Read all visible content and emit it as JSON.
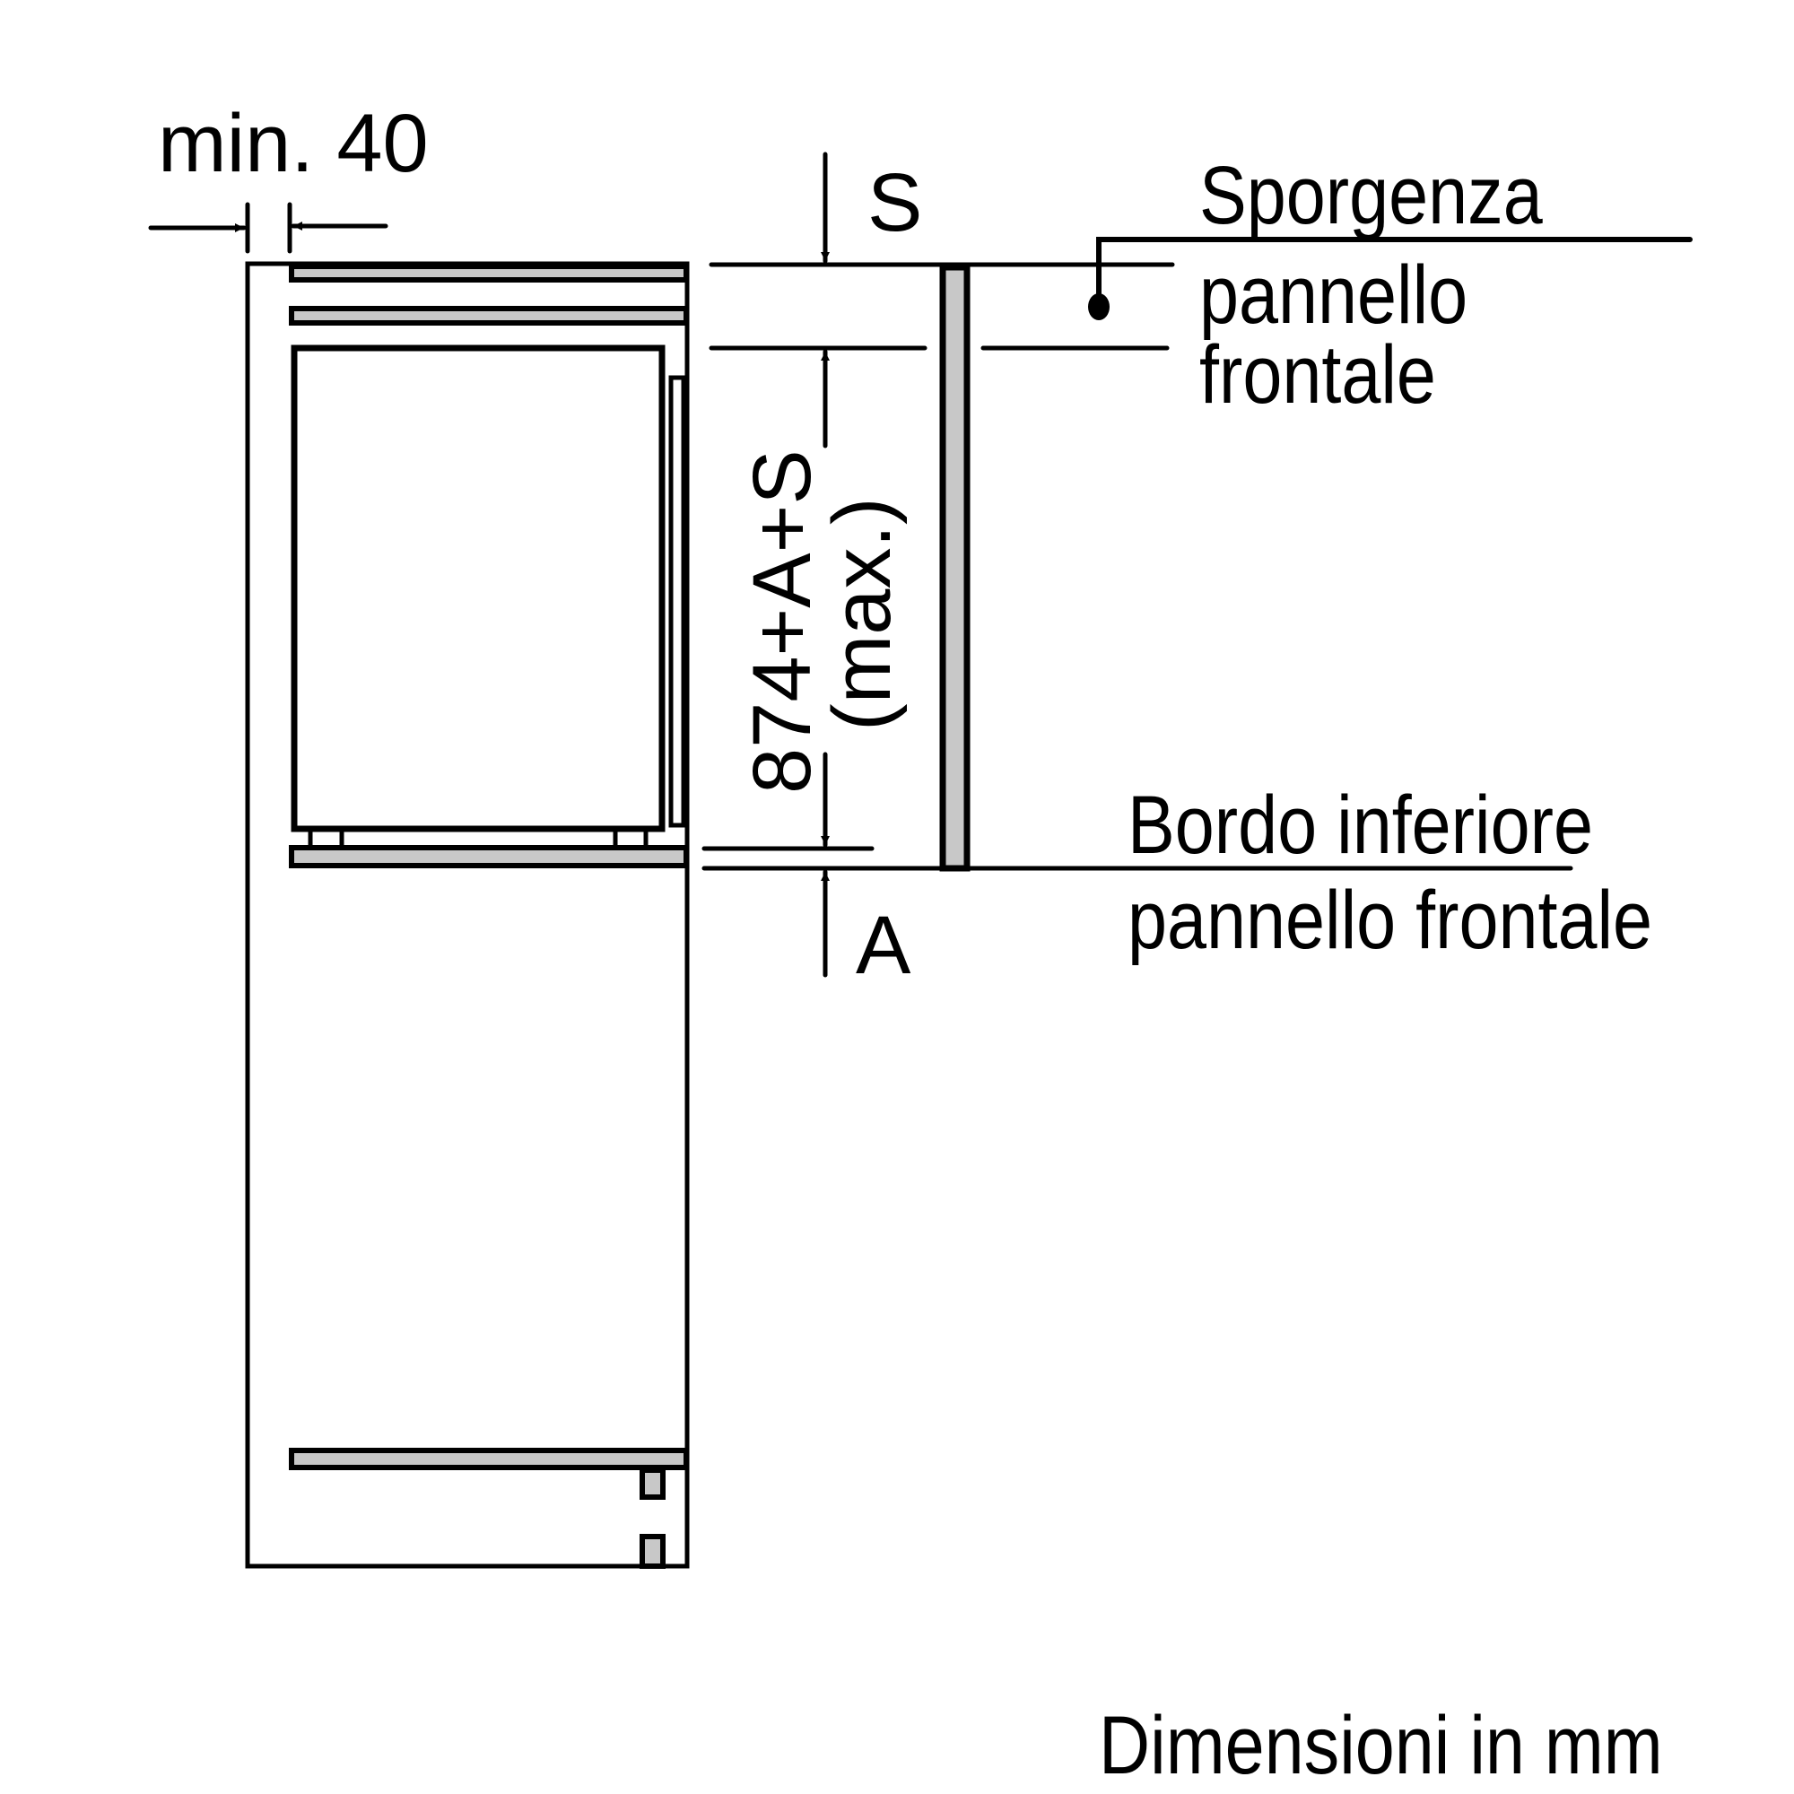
{
  "diagram": {
    "type": "installation dimension drawing (side section)",
    "colors": {
      "line": "#000000",
      "panel_fill": "#c8c8c8",
      "background": "#ffffff"
    }
  },
  "labels": {
    "min_gap": "min. 40",
    "s": "S",
    "a": "A",
    "height_formula": "874+A+S",
    "height_qualifier": "(max.)",
    "projection_line1": "Sporgenza",
    "projection_line2": "pannello",
    "projection_line3": "frontale",
    "bottom_edge_line1": "Bordo inferiore",
    "bottom_edge_line2": "pannello frontale",
    "units_note": "Dimensioni in mm"
  },
  "icons": {
    "arrow_right": "arrow-right-icon",
    "arrow_left": "arrow-left-icon",
    "arrow_down": "arrow-down-icon",
    "arrow_up": "arrow-up-icon",
    "leader_dot": "leader-dot-icon"
  }
}
